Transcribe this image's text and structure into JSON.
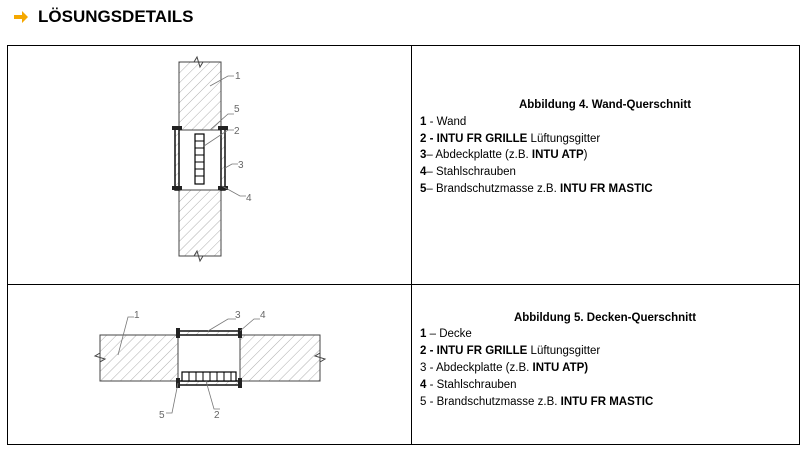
{
  "heading": {
    "title": "LÖSUNGSDETAILS",
    "arrow_color": "#f5a800",
    "arrow_icon": "arrow-right-icon"
  },
  "wall": {
    "caption_title": "Abbildung 4. Wand-Querschnitt",
    "items": [
      {
        "num": "1",
        "sep": " - ",
        "bold": "",
        "text": "Wand",
        "bold_after": ""
      },
      {
        "num": "2",
        "sep": " - ",
        "bold": "INTU FR GRILLE",
        "text": " Lüftungsgitter",
        "bold_after": ""
      },
      {
        "num": "3",
        "sep": "– ",
        "bold": "",
        "text": "Abdeckplatte (z.B. ",
        "bold_after": "INTU ATP",
        "tail": ")"
      },
      {
        "num": "4",
        "sep": "– ",
        "bold": "",
        "text": "Stahlschrauben",
        "bold_after": ""
      },
      {
        "num": "5",
        "sep": "– ",
        "bold": "",
        "text": "Brandschutzmasse z.B. ",
        "bold_after": "INTU FR MASTIC"
      }
    ],
    "labels": [
      "1",
      "5",
      "2",
      "3",
      "4"
    ]
  },
  "ceiling": {
    "caption_title": "Abbildung 5. Decken-Querschnitt",
    "items": [
      {
        "num": "1",
        "sep": " – ",
        "bold": "",
        "text": "Decke",
        "bold_after": ""
      },
      {
        "num": "2",
        "sep": " - ",
        "bold": "INTU FR GRILLE",
        "text": " Lüftungsgitter",
        "bold_after": ""
      },
      {
        "num": "3",
        "sep": " - ",
        "bold": "",
        "text": "Abdeckplatte (z.B. ",
        "bold_after": "INTU ATP)"
      },
      {
        "num": "4",
        "sep": " - ",
        "bold": "",
        "text": "Stahlschrauben",
        "bold_after": ""
      },
      {
        "num": "5",
        "sep": " - ",
        "bold": "",
        "text": "Brandschutzmasse z.B. ",
        "bold_after": "INTU FR MASTIC"
      }
    ],
    "labels": [
      "1",
      "3",
      "4",
      "5",
      "2"
    ]
  }
}
